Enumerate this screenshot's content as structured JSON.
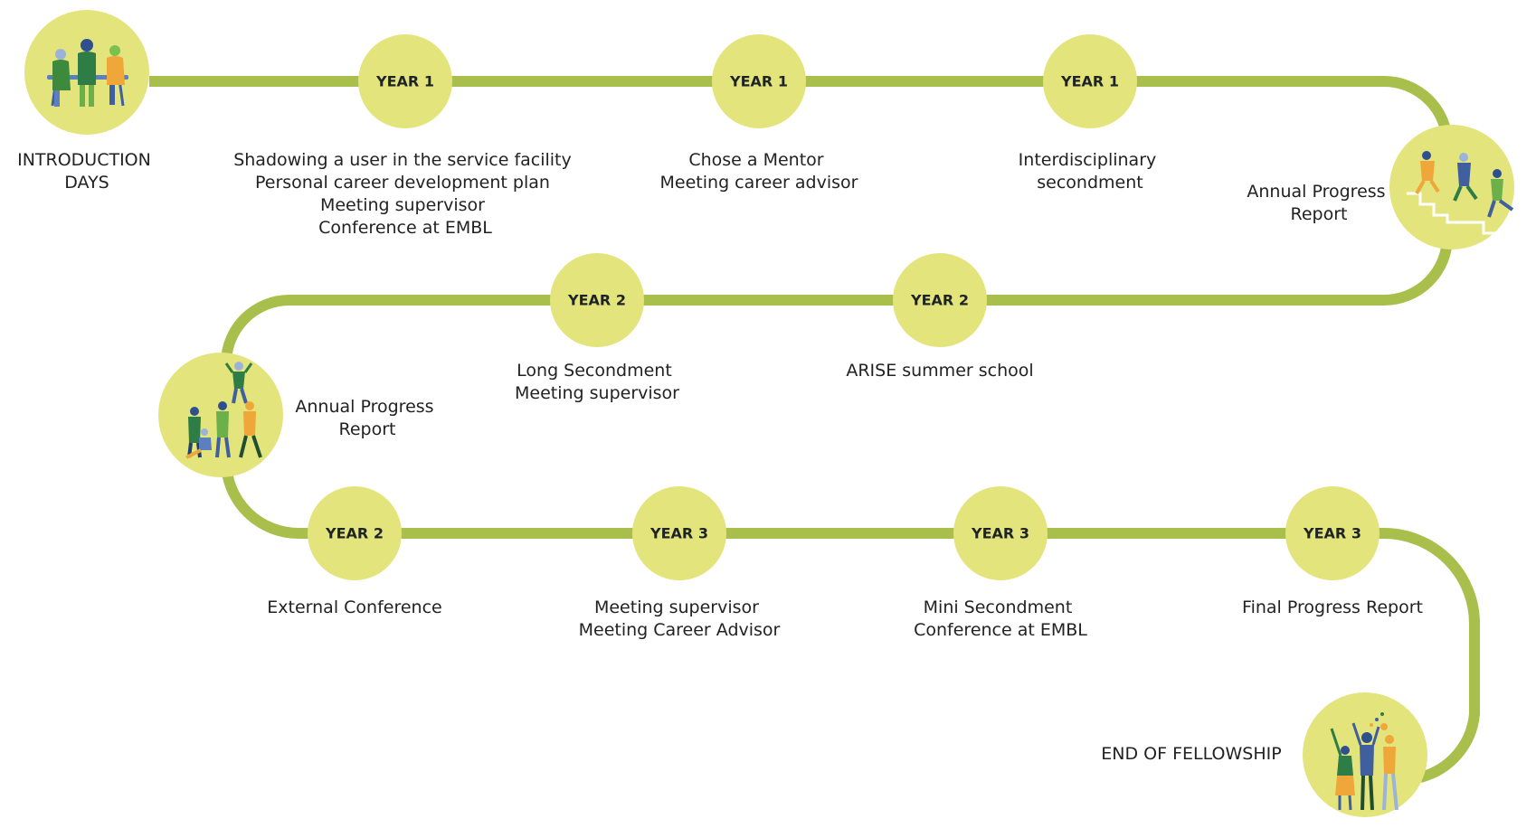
{
  "milestones": [
    {
      "badge": "YEAR 1",
      "lines": [
        "Shadowing a user in the service facility",
        "Personal career development plan",
        "Meeting supervisor",
        "Conference at EMBL"
      ]
    },
    {
      "badge": "YEAR 1",
      "lines": [
        "Chose a Mentor",
        "Meeting career advisor"
      ]
    },
    {
      "badge": "YEAR 1",
      "lines": [
        "Interdisciplinary",
        "secondment"
      ]
    },
    {
      "badge": "YEAR 2",
      "lines": [
        "Long Secondment",
        "Meeting supervisor"
      ]
    },
    {
      "badge": "YEAR 2",
      "lines": [
        "ARISE summer school"
      ]
    },
    {
      "badge": "YEAR 2",
      "lines": [
        "External Conference"
      ]
    },
    {
      "badge": "YEAR 3",
      "lines": [
        "Meeting supervisor",
        "Meeting Career Advisor"
      ]
    },
    {
      "badge": "YEAR 3",
      "lines": [
        "Mini Secondment",
        "Conference at EMBL"
      ]
    },
    {
      "badge": "YEAR 3",
      "lines": [
        "Final Progress Report"
      ]
    }
  ],
  "stages": [
    {
      "lines": [
        "INTRODUCTION",
        "DAYS"
      ],
      "icon": "team-meeting-illustration-icon"
    },
    {
      "lines": [
        "Annual Progress",
        "Report"
      ],
      "icon": "climbing-stairs-illustration-icon"
    },
    {
      "lines": [
        "Annual Progress",
        "Report"
      ],
      "icon": "human-pyramid-illustration-icon"
    },
    {
      "lines": [
        "END OF FELLOWSHIP"
      ],
      "icon": "celebration-illustration-icon"
    }
  ],
  "colors": {
    "path": "#a8bf4b",
    "node": "#e3e47c",
    "text": "#222222",
    "badge_text": "#1e2426"
  }
}
